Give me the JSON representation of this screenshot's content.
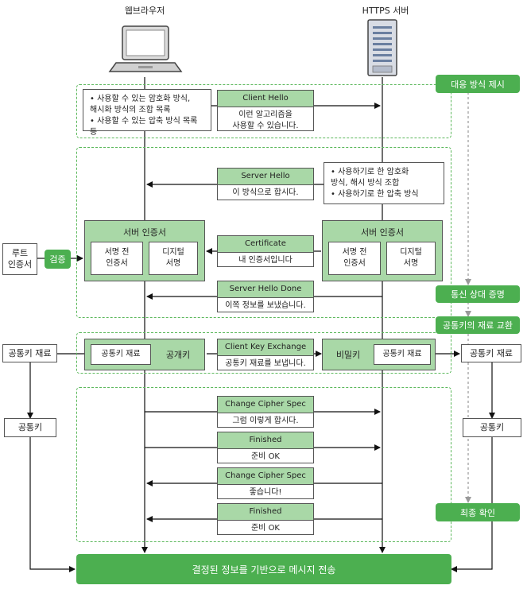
{
  "headers": {
    "browser": "웹브라우저",
    "server": "HTTPS 서버"
  },
  "phases": {
    "p1": "대응 방식 제시",
    "p2": "통신 상대 증명",
    "p3": "공통키의 재료 교환",
    "p4": "최종 확인"
  },
  "notes": {
    "client_hello_note": "• 사용할 수 있는 암호화 방식,\n  해시화 방식의 조합 목록\n• 사용할 수 있는 압축 방식 목록 등",
    "server_hello_note": "• 사용하기로 한 암호화\n  방식, 해시 방식 조합\n• 사용하기로 한 압축 방식"
  },
  "messages": [
    {
      "title": "Client Hello",
      "body": "이런 알고리즘을\n사용할 수 있습니다."
    },
    {
      "title": "Server Hello",
      "body": "이 방식으로 합시다."
    },
    {
      "title": "Certificate",
      "body": "내 인증서입니다"
    },
    {
      "title": "Server Hello Done",
      "body": "이쪽 정보를 보냈습니다."
    },
    {
      "title": "Client Key Exchange",
      "body": "공통키 재료를 보냅니다."
    },
    {
      "title": "Change Cipher Spec",
      "body": "그럼 이렇게 합시다."
    },
    {
      "title": "Finished",
      "body": "준비 OK"
    },
    {
      "title": "Change Cipher Spec",
      "body": "좋습니다!"
    },
    {
      "title": "Finished",
      "body": "준비 OK"
    }
  ],
  "certificate": {
    "client_title": "서버 인증서",
    "server_title": "서버 인증서",
    "signed_before": "서명 전\n인증서",
    "digital_sig": "디지털\n서명"
  },
  "root_ca": "루트\n인증서",
  "verify": "검증",
  "keys": {
    "left_material": "공통키 재료",
    "left_common": "공통키",
    "client_material": "공통키 재료",
    "public_key": "공개키",
    "private_key": "비밀키",
    "server_material": "공통키 재료",
    "right_material": "공통키 재료",
    "right_common": "공통키"
  },
  "final": "결정된 정보를 기반으로 메시지 전송"
}
